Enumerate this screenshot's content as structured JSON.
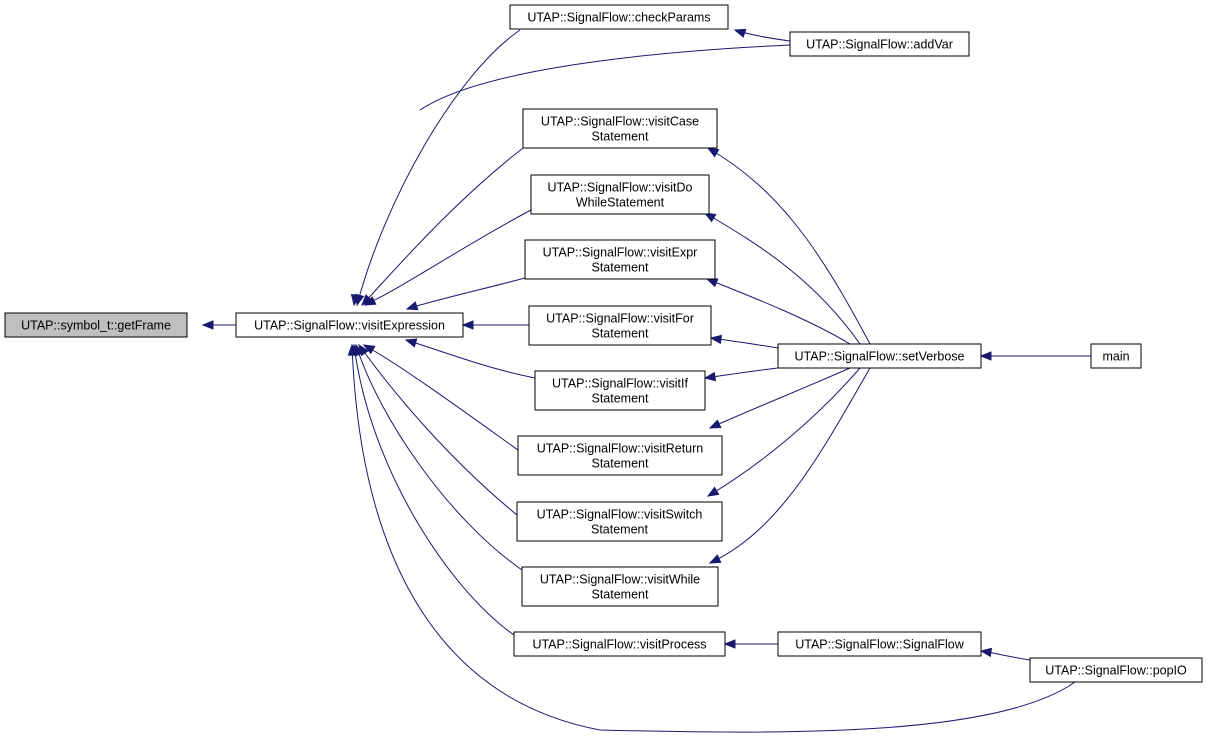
{
  "colors": {
    "edge": "#191970",
    "root_fill": "#bfbfbf",
    "node_fill": "#ffffff",
    "node_border": "#000000"
  },
  "nodes": [
    {
      "id": "getFrame",
      "lines": [
        "UTAP::symbol_t::getFrame"
      ],
      "root": true
    },
    {
      "id": "visitExpression",
      "lines": [
        "UTAP::SignalFlow::visitExpression"
      ]
    },
    {
      "id": "checkParams",
      "lines": [
        "UTAP::SignalFlow::checkParams"
      ]
    },
    {
      "id": "addVar",
      "lines": [
        "UTAP::SignalFlow::addVar"
      ]
    },
    {
      "id": "visitCase",
      "lines": [
        "UTAP::SignalFlow::visitCase",
        "Statement"
      ]
    },
    {
      "id": "visitDo",
      "lines": [
        "UTAP::SignalFlow::visitDo",
        "WhileStatement"
      ]
    },
    {
      "id": "visitExpr",
      "lines": [
        "UTAP::SignalFlow::visitExpr",
        "Statement"
      ]
    },
    {
      "id": "visitFor",
      "lines": [
        "UTAP::SignalFlow::visitFor",
        "Statement"
      ]
    },
    {
      "id": "visitIf",
      "lines": [
        "UTAP::SignalFlow::visitIf",
        "Statement"
      ]
    },
    {
      "id": "visitReturn",
      "lines": [
        "UTAP::SignalFlow::visitReturn",
        "Statement"
      ]
    },
    {
      "id": "visitSwitch",
      "lines": [
        "UTAP::SignalFlow::visitSwitch",
        "Statement"
      ]
    },
    {
      "id": "visitWhile",
      "lines": [
        "UTAP::SignalFlow::visitWhile",
        "Statement"
      ]
    },
    {
      "id": "visitProcess",
      "lines": [
        "UTAP::SignalFlow::visitProcess"
      ]
    },
    {
      "id": "setVerbose",
      "lines": [
        "UTAP::SignalFlow::setVerbose"
      ]
    },
    {
      "id": "main",
      "lines": [
        "main"
      ]
    },
    {
      "id": "signalFlow",
      "lines": [
        "UTAP::SignalFlow::SignalFlow"
      ]
    },
    {
      "id": "popIO",
      "lines": [
        "UTAP::SignalFlow::popIO"
      ]
    }
  ],
  "edges": [
    {
      "from": "visitExpression",
      "to": "getFrame"
    },
    {
      "from": "checkParams",
      "to": "visitExpression"
    },
    {
      "from": "addVar",
      "to": "visitExpression"
    },
    {
      "from": "addVar",
      "to": "checkParams"
    },
    {
      "from": "visitCase",
      "to": "visitExpression"
    },
    {
      "from": "visitDo",
      "to": "visitExpression"
    },
    {
      "from": "visitExpr",
      "to": "visitExpression"
    },
    {
      "from": "visitFor",
      "to": "visitExpression"
    },
    {
      "from": "visitIf",
      "to": "visitExpression"
    },
    {
      "from": "visitReturn",
      "to": "visitExpression"
    },
    {
      "from": "visitSwitch",
      "to": "visitExpression"
    },
    {
      "from": "visitWhile",
      "to": "visitExpression"
    },
    {
      "from": "visitProcess",
      "to": "visitExpression"
    },
    {
      "from": "popIO",
      "to": "visitExpression"
    },
    {
      "from": "setVerbose",
      "to": "visitCase"
    },
    {
      "from": "setVerbose",
      "to": "visitDo"
    },
    {
      "from": "setVerbose",
      "to": "visitExpr"
    },
    {
      "from": "setVerbose",
      "to": "visitFor"
    },
    {
      "from": "setVerbose",
      "to": "visitIf"
    },
    {
      "from": "setVerbose",
      "to": "visitReturn"
    },
    {
      "from": "setVerbose",
      "to": "visitSwitch"
    },
    {
      "from": "setVerbose",
      "to": "visitWhile"
    },
    {
      "from": "main",
      "to": "setVerbose"
    },
    {
      "from": "signalFlow",
      "to": "visitProcess"
    },
    {
      "from": "popIO",
      "to": "signalFlow"
    }
  ]
}
